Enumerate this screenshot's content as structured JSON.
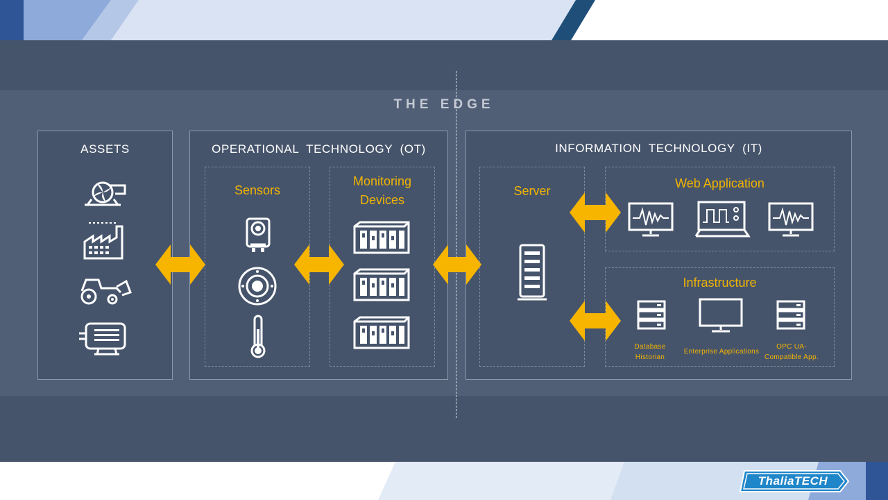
{
  "title": "THE EDGE",
  "sections": {
    "assets": {
      "heading": "ASSETS"
    },
    "ot": {
      "heading": "OPERATIONAL  TECHNOLOGY  (OT)",
      "sensors": "Sensors",
      "monitoring": "Monitoring Devices"
    },
    "it": {
      "heading": "INFORMATION  TECHNOLOGY  (IT)",
      "server": "Server",
      "web_app": "Web Application",
      "infrastructure": "Infrastructure"
    }
  },
  "infrastructure_items": [
    {
      "label": "Database Historian"
    },
    {
      "label": "Enterprise Applications"
    },
    {
      "label": "OPC UA-Compatible App."
    }
  ],
  "logo": {
    "text": "ThaliaTECH"
  },
  "colors": {
    "panel": "#46546b",
    "edge": "#515f76",
    "accent": "#f2b400",
    "logo_blue": "#1f86c9"
  }
}
